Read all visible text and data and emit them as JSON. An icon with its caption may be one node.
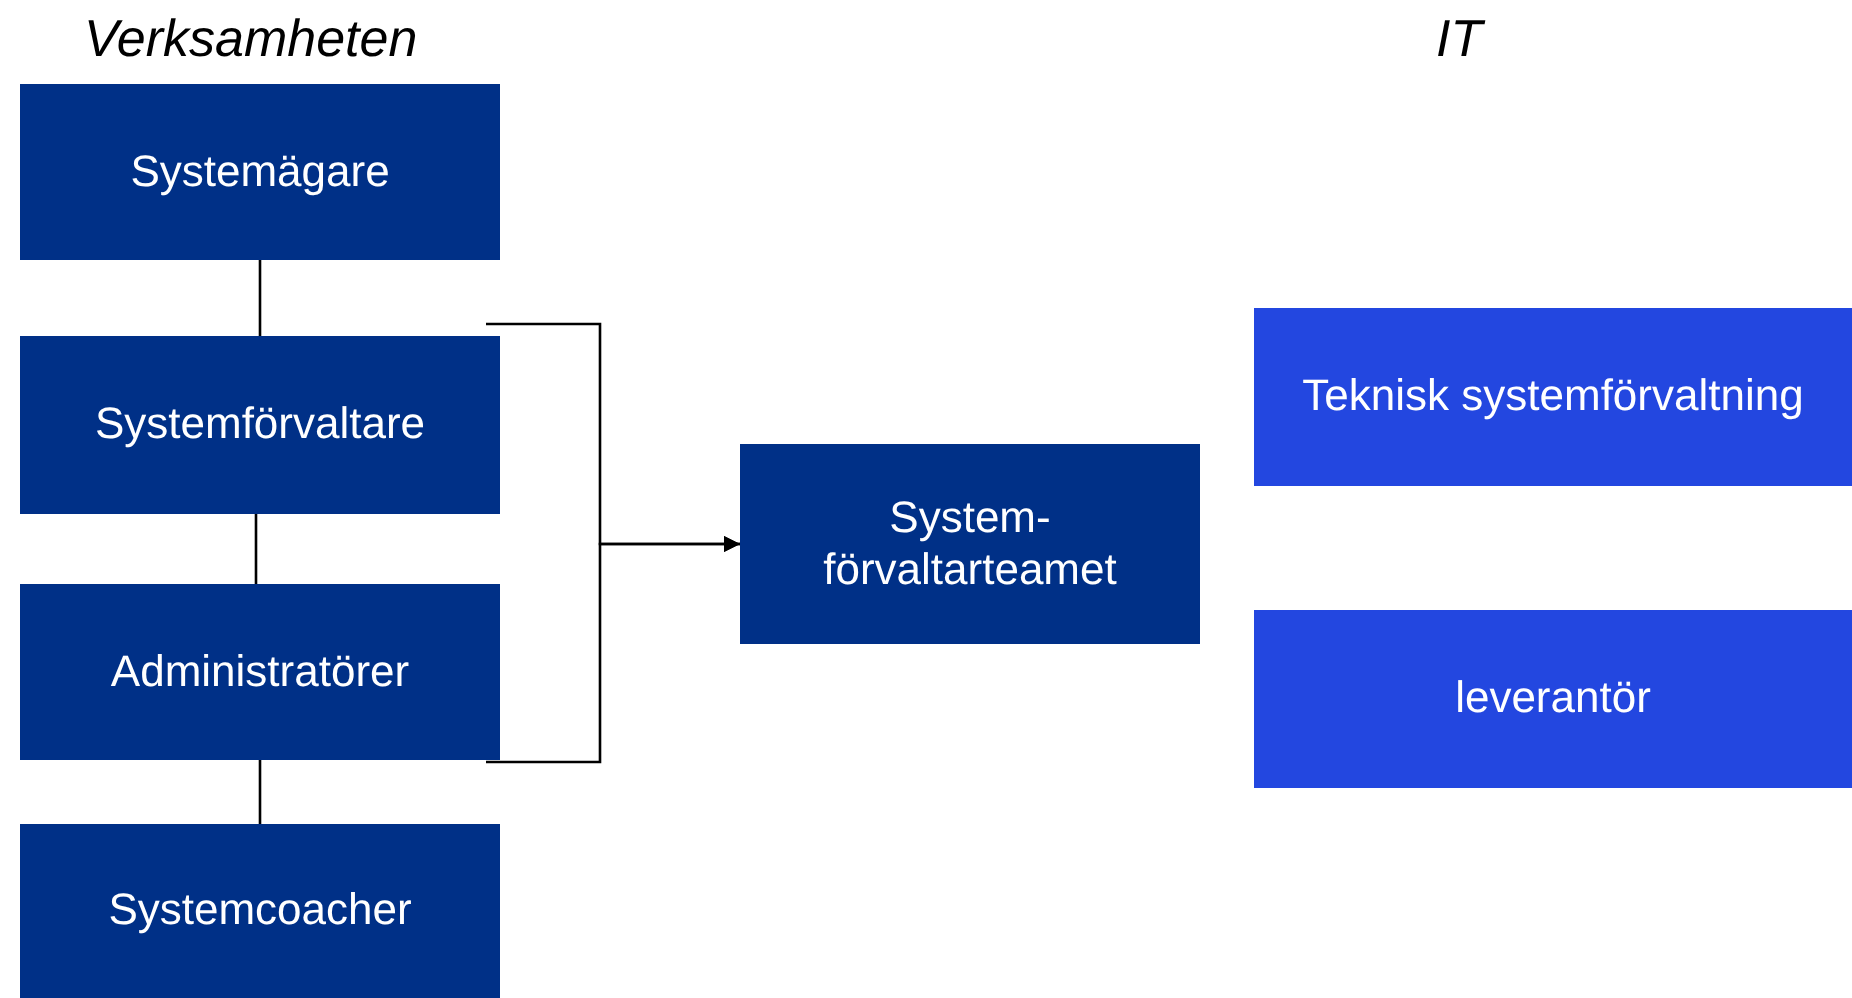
{
  "diagram": {
    "nodes": [
      {
        "text": [
          "Systemägare"
        ]
      },
      {
        "text": [
          "Systemförvaltare"
        ]
      },
      {
        "text": [
          "Administratörer"
        ]
      },
      {
        "text": [
          "Systemcoacher"
        ]
      },
      {
        "text": [
          "System- förvaltarteamet"
        ]
      },
      {
        "text": [
          "Teknisk systemförvaltning"
        ]
      },
      {
        "text": [
          "leverantör"
        ]
      }
    ],
    "edges": [
      {
        "from": 0,
        "to": 1,
        "arrow": "none"
      },
      {
        "from": 1,
        "to": 2,
        "arrow": "none"
      },
      {
        "from": 2,
        "to": 3,
        "arrow": "none"
      },
      {
        "from": 1,
        "to": 4,
        "arrow": "to"
      },
      {
        "from": 2,
        "to": 4,
        "arrow": "to"
      }
    ],
    "labels": [
      "Verksamheten",
      "IT"
    ]
  }
}
